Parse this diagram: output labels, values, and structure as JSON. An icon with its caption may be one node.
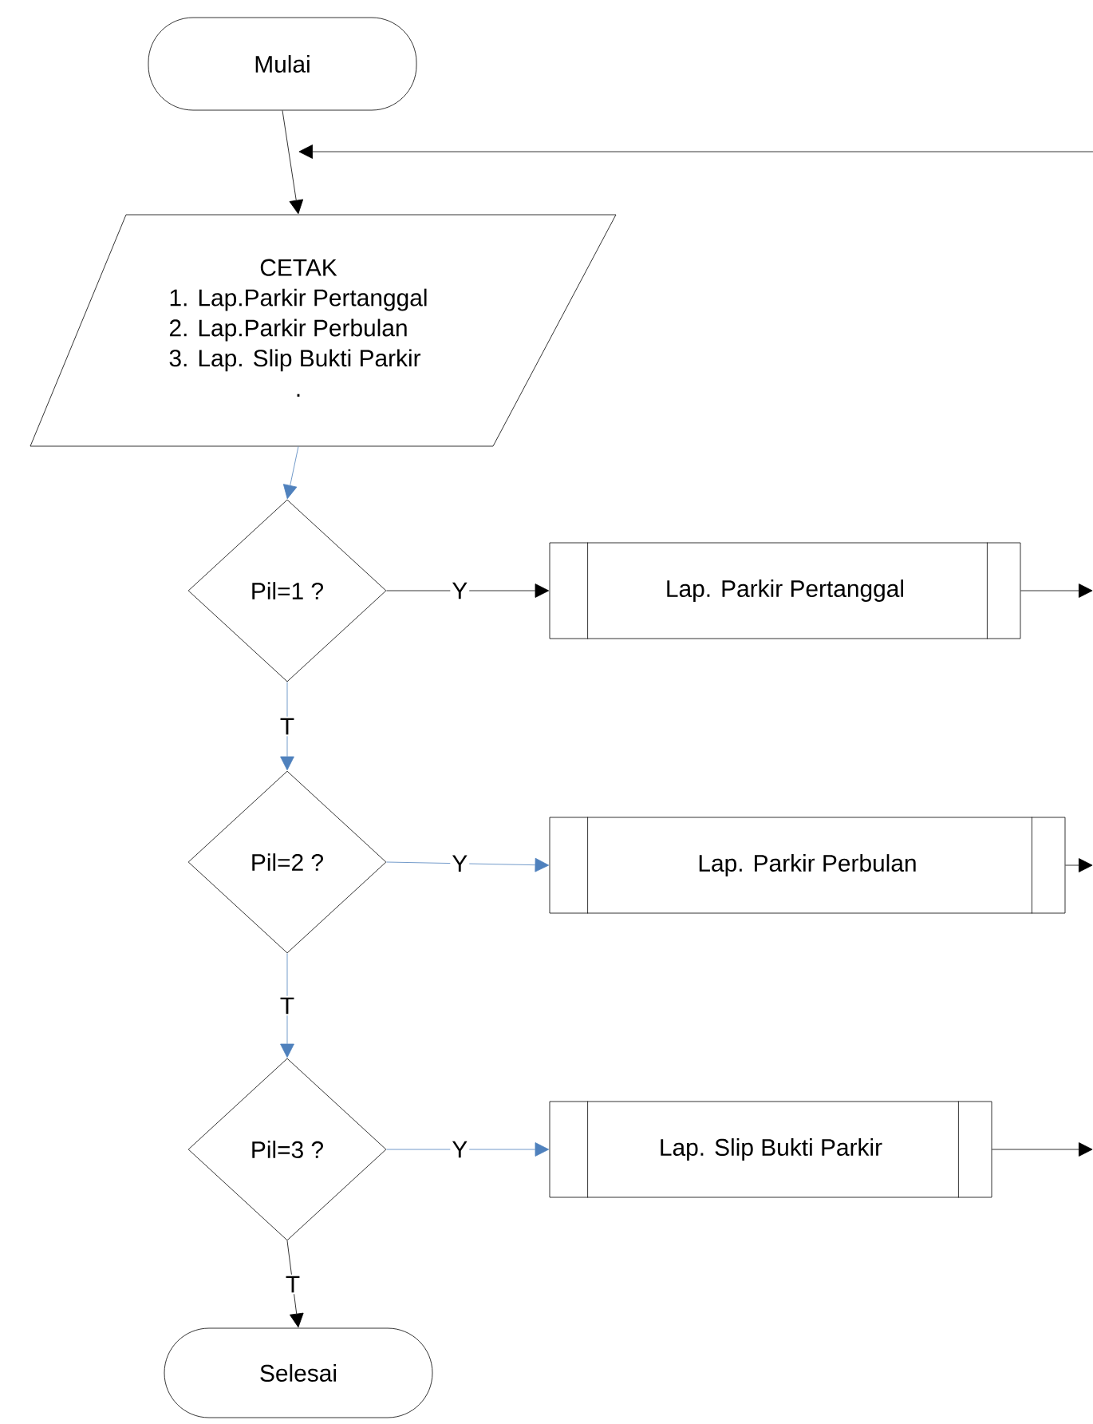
{
  "diagram": {
    "nodes": [
      {
        "text": [
          "Mulai"
        ]
      },
      {
        "text": [
          "CETAK",
          "1. Lap.Parkir Pertanggal",
          "2. Lap.Parkir Perbulan",
          "3. Lap. Slip Bukti Parkir",
          "."
        ]
      },
      {
        "text": [
          "Pil=1 ?"
        ]
      },
      {
        "text": [
          "Lap. Parkir Pertanggal"
        ]
      },
      {
        "text": [
          "Pil=2 ?"
        ]
      },
      {
        "text": [
          "Lap. Parkir Perbulan"
        ]
      },
      {
        "text": [
          "Pil=3 ?"
        ]
      },
      {
        "text": [
          "Lap. Slip Bukti Parkir"
        ]
      },
      {
        "text": [
          "Selesai"
        ]
      }
    ],
    "edges": [
      {
        "from": 0,
        "to": 1,
        "arrow": "to"
      },
      {
        "from": null,
        "to": 1,
        "arrow": "to"
      },
      {
        "from": 1,
        "to": 2,
        "arrow": "to",
        "color": "#4f81bd"
      },
      {
        "from": 2,
        "to": 3,
        "arrow": "to",
        "label": "Y"
      },
      {
        "from": 2,
        "to": 4,
        "arrow": "to",
        "label": "T",
        "color": "#4f81bd"
      },
      {
        "from": 3,
        "to": null,
        "arrow": "to"
      },
      {
        "from": 4,
        "to": 5,
        "arrow": "to",
        "label": "Y",
        "color": "#4f81bd"
      },
      {
        "from": 4,
        "to": 6,
        "arrow": "to",
        "label": "T",
        "color": "#4f81bd"
      },
      {
        "from": 5,
        "to": null,
        "arrow": "to"
      },
      {
        "from": 6,
        "to": 7,
        "arrow": "to",
        "label": "Y",
        "color": "#4f81bd"
      },
      {
        "from": 6,
        "to": 8,
        "arrow": "to",
        "label": "T"
      },
      {
        "from": 7,
        "to": null,
        "arrow": "to"
      }
    ]
  }
}
